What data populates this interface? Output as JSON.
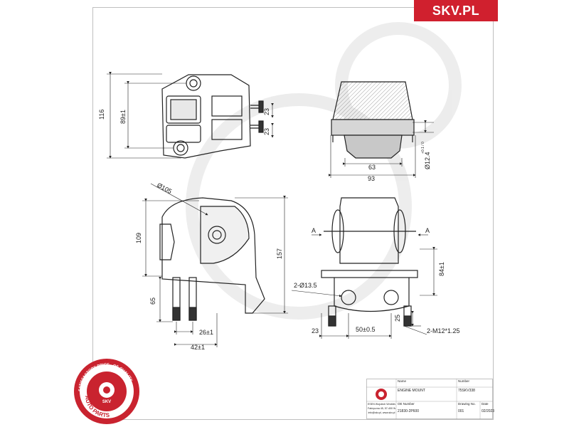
{
  "brand": {
    "label": "SKV.PL",
    "color": "#d0202e"
  },
  "dimensions": {
    "top_left_height_total": "116",
    "top_left_height_inner": "89±1",
    "top_left_gap_upper": "23",
    "top_left_gap_lower": "23",
    "top_right_width_inner": "63",
    "top_right_width_outer": "93",
    "top_right_diameter": "Ø12.4",
    "top_right_tol": "+0.1 / 0",
    "front_arc_diameter": "Ø105",
    "front_height": "109",
    "front_height_total": "157",
    "front_stud_len": "65",
    "front_spacing": "26±1",
    "front_offset": "42±1",
    "section_label_left": "A",
    "section_label_right": "A",
    "side_holes": "2-Ø13.5",
    "side_height": "84±1",
    "side_offset": "23",
    "side_spacing": "50±0.5",
    "side_stud": "25",
    "side_thread": "2-M12*1.25"
  },
  "seal": {
    "top_text": "SATISFACTORY PRICE - OE QUALITY",
    "bottom_text": "AUTO PARTS",
    "center": "SKV"
  },
  "title_block": {
    "header_name": "Name",
    "header_number": "Number",
    "product_name": "ENGINE MOUNT",
    "product_number": "75SKV338",
    "company": "ESEN Wojciech Wróblewski S.K.A.",
    "address": "Fabryczna 45, 57-400 Wrocław, Poland",
    "contact": "info@skv.pl, www.skv.pl",
    "oe_label": "OE Number",
    "oe_value": "21830-2P600",
    "drawing_label": "Drawing No.",
    "drawing_value": "001",
    "date_label": "Date",
    "date_value": "02/2023"
  }
}
